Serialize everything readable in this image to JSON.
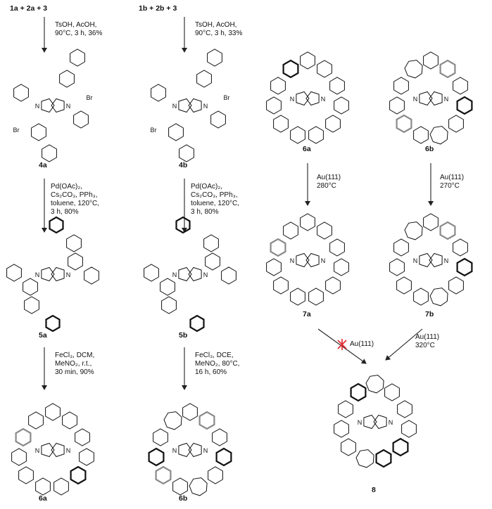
{
  "reactants": [
    {
      "id": "reactants-left",
      "text": "1a + 2a + 3"
    },
    {
      "id": "reactants-mid",
      "text": "1b + 2b + 3"
    }
  ],
  "conditions": {
    "c1": [
      "TsOH, AcOH,",
      "90°C, 3 h, 36%"
    ],
    "c2": [
      "TsOH, AcOH,",
      "90°C, 3 h, 33%"
    ],
    "c3": [
      "Pd(OAc)₂,",
      "Cs₂CO₃, PPh₃,",
      "toluene, 120°C,",
      "3 h, 80%"
    ],
    "c4": [
      "Pd(OAc)₂,",
      "Cs₂CO₃, PPh₃,",
      "toluene, 120°C,",
      "3 h, 80%"
    ],
    "c5": [
      "FeCl₃,  DCM,",
      "MeNO₂, r.t.,",
      "30 min, 90%"
    ],
    "c6": [
      "FeCl₃, DCE,",
      "MeNO₂, 80°C,",
      "16 h, 60%"
    ],
    "c7": [
      "Au(111)",
      "280°C"
    ],
    "c8": [
      "Au(111)",
      "270°C"
    ],
    "c9": [
      "Au(111)"
    ],
    "c10": [
      "Au(111)",
      "320°C"
    ]
  },
  "compounds": {
    "4a": "4a",
    "4b": "4b",
    "5a": "5a",
    "5b": "5b",
    "6a_bottom": "6a",
    "6b_bottom": "6b",
    "6a_top": "6a",
    "6b_top": "6b",
    "7a": "7a",
    "7b": "7b",
    "8": "8"
  },
  "atoms": {
    "N": "N",
    "Br": "Br"
  },
  "colors": {
    "yellow_ring": "#fbf48c",
    "blue_ring": "#8ecfe6",
    "blocked_cross": "#e0262b"
  }
}
